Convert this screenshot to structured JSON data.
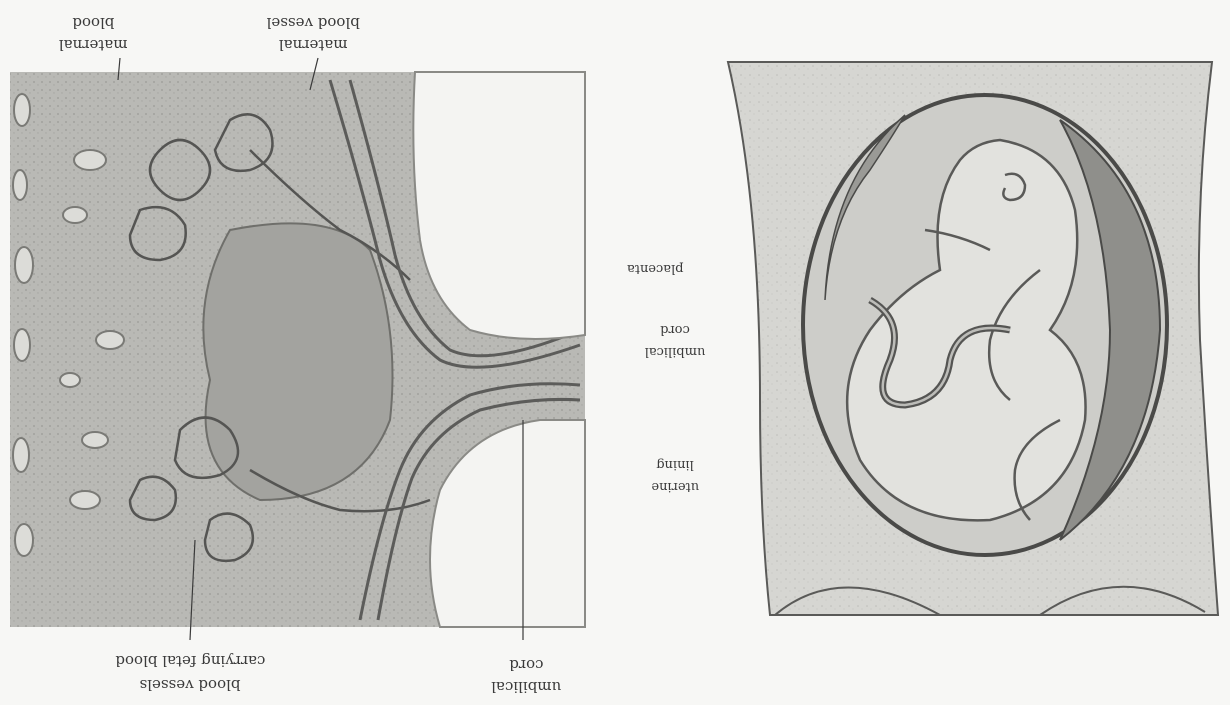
{
  "figure": {
    "orientation": "upside-down",
    "panel_left": {
      "labels": {
        "maternal_blood_line1": "maternal",
        "maternal_blood_line2": "blood",
        "maternal_vessel_line1": "maternal",
        "maternal_vessel_line2": "blood vessel",
        "fetal_vessel_line1": "blood vessels",
        "fetal_vessel_line2": "carrying fetal blood",
        "cord_line1": "umbilical",
        "cord_line2": "cord"
      }
    },
    "panel_right": {
      "labels": {
        "placenta": "placenta",
        "cord_line1": "umbilical",
        "cord_line2": "cord",
        "uterine_line1": "uterine",
        "uterine_line2": "lining"
      }
    },
    "colors": {
      "paper": "#f7f7f5",
      "tissue": "#b9b9b5",
      "tissue_dark": "#8f8f8b",
      "ink": "#4a4a48",
      "label": "#3a3a3a"
    }
  }
}
